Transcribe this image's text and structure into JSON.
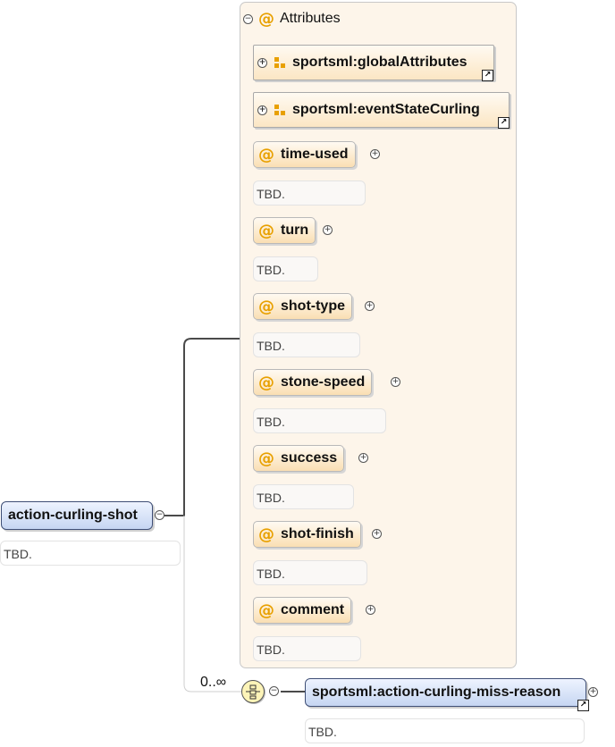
{
  "attributes_group": {
    "title": "Attributes",
    "group_refs": [
      {
        "label": "sportsml:globalAttributes"
      },
      {
        "label": "sportsml:eventStateCurling"
      }
    ],
    "attributes": [
      {
        "name": "time-used",
        "annotation": "TBD."
      },
      {
        "name": "turn",
        "annotation": "TBD."
      },
      {
        "name": "shot-type",
        "annotation": "TBD."
      },
      {
        "name": "stone-speed",
        "annotation": "TBD."
      },
      {
        "name": "success",
        "annotation": "TBD."
      },
      {
        "name": "shot-finish",
        "annotation": "TBD."
      },
      {
        "name": "comment",
        "annotation": "TBD."
      }
    ]
  },
  "root_element": {
    "name": "action-curling-shot",
    "annotation": "TBD."
  },
  "sequence": {
    "occurrence": "0..∞"
  },
  "child_element": {
    "name": "sportsml:action-curling-miss-reason",
    "annotation": "TBD."
  },
  "icons": {
    "collapse": "−",
    "expand": "+",
    "attribute": "@",
    "link": "↗"
  },
  "colors": {
    "attribute_accent": "#e8a000",
    "element_fill": "#c6d6f2",
    "panel_fill": "#fdf5ea"
  }
}
